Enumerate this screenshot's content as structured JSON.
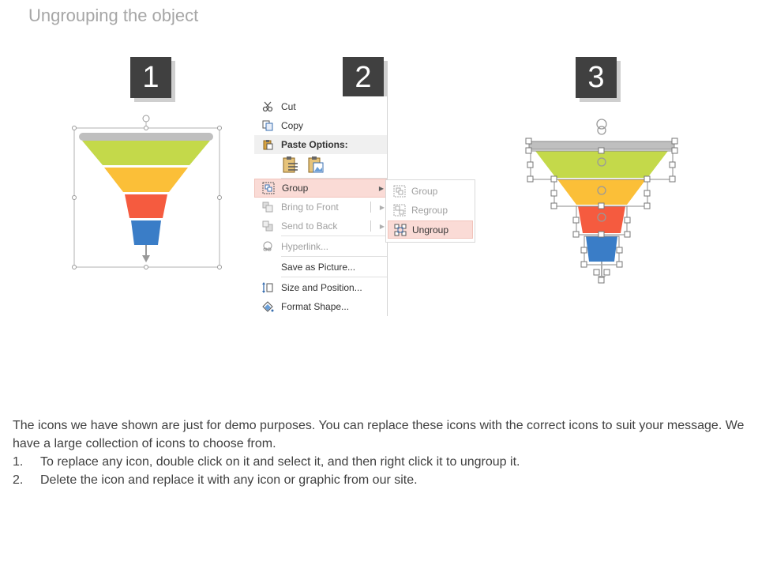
{
  "title": "Ungrouping the object",
  "steps": [
    "1",
    "2",
    "3"
  ],
  "colors": {
    "funnel_top": "#bfbfbf",
    "funnel_green": "#c4d94a",
    "funnel_yellow": "#fbbf38",
    "funnel_red": "#f55b3f",
    "funnel_blue": "#3a7dc7",
    "badge": "#404040",
    "highlight": "#fadbd6"
  },
  "context_menu": {
    "cut": "Cut",
    "copy": "Copy",
    "paste_options": "Paste Options:",
    "group": "Group",
    "bring_to_front": "Bring to Front",
    "send_to_back": "Send to Back",
    "hyperlink": "Hyperlink...",
    "save_as_picture": "Save as Picture...",
    "size_and_position": "Size and Position...",
    "format_shape": "Format Shape..."
  },
  "submenu": {
    "group": "Group",
    "regroup": "Regroup",
    "ungroup": "Ungroup"
  },
  "description": {
    "intro": "The icons we have shown are just for demo purposes. You can replace these icons with the correct icons to suit your message. We have a large collection of icons to choose from.",
    "items": [
      {
        "num": "1.",
        "text": "To replace any icon, double click on it and select it, and then right click it to ungroup it."
      },
      {
        "num": "2.",
        "text": "Delete the icon and replace it with any icon or graphic from our site."
      }
    ]
  }
}
